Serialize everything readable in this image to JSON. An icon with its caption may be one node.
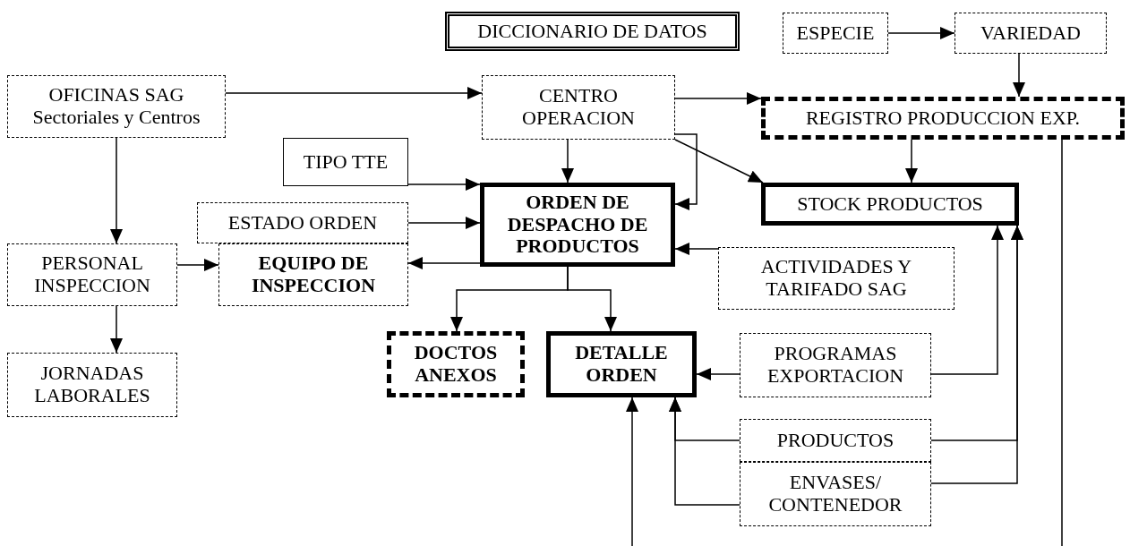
{
  "diagram": {
    "title": "DICCIONARIO DE DATOS",
    "nodes": [
      {
        "text": [
          "ESPECIE"
        ]
      },
      {
        "text": [
          "VARIEDAD"
        ]
      },
      {
        "text": [
          "OFICINAS SAG",
          "Sectoriales y Centros"
        ]
      },
      {
        "text": [
          "CENTRO OPERACION"
        ]
      },
      {
        "text": [
          "REGISTRO PRODUCCION EXP."
        ]
      },
      {
        "text": [
          "TIPO TTE"
        ]
      },
      {
        "text": [
          "ORDEN DE DESPACHO DE PRODUCTOS"
        ]
      },
      {
        "text": [
          "STOCK PRODUCTOS"
        ]
      },
      {
        "text": [
          "ESTADO ORDEN"
        ]
      },
      {
        "text": [
          "PERSONAL INSPECCION"
        ]
      },
      {
        "text": [
          "EQUIPO DE INSPECCION"
        ]
      },
      {
        "text": [
          "ACTIVIDADES Y TARIFADO SAG"
        ]
      },
      {
        "text": [
          "DOCTOS ANEXOS"
        ]
      },
      {
        "text": [
          "DETALLE ORDEN"
        ]
      },
      {
        "text": [
          "PROGRAMAS EXPORTACION"
        ]
      },
      {
        "text": [
          "JORNADAS LABORALES"
        ]
      },
      {
        "text": [
          "PRODUCTOS"
        ]
      },
      {
        "text": [
          "ENVASES/ CONTENEDOR"
        ]
      }
    ],
    "edges": [
      {
        "from": 0,
        "to": 1,
        "arrow": "to"
      },
      {
        "from": 1,
        "to": 4,
        "arrow": "to"
      },
      {
        "from": 2,
        "to": 3,
        "arrow": "to"
      },
      {
        "from": 3,
        "to": 4,
        "arrow": "to"
      },
      {
        "from": 3,
        "to": 6,
        "arrow": "to"
      },
      {
        "from": 3,
        "to": 6,
        "arrow": "to"
      },
      {
        "from": 3,
        "to": 7,
        "arrow": "to"
      },
      {
        "from": 4,
        "to": 7,
        "arrow": "to"
      },
      {
        "from": 2,
        "to": 9,
        "arrow": "to"
      },
      {
        "from": 5,
        "to": 6,
        "arrow": "to"
      },
      {
        "from": 8,
        "to": 6,
        "arrow": "to"
      },
      {
        "from": 6,
        "to": 10,
        "arrow": "to"
      },
      {
        "from": 9,
        "to": 10,
        "arrow": "to"
      },
      {
        "from": 11,
        "to": 6,
        "arrow": "to"
      },
      {
        "from": 9,
        "to": 15,
        "arrow": "to"
      },
      {
        "from": 6,
        "to": 12,
        "arrow": "to"
      },
      {
        "from": 6,
        "to": 13,
        "arrow": "to"
      },
      {
        "from": 14,
        "to": 13,
        "arrow": "to"
      },
      {
        "from": 14,
        "to": 7,
        "arrow": "to"
      },
      {
        "from": 16,
        "to": 13,
        "arrow": "to"
      },
      {
        "from": 17,
        "to": 13,
        "arrow": "to"
      },
      {
        "from": 16,
        "to": 7,
        "arrow": "to"
      },
      {
        "from": 17,
        "to": 7,
        "arrow": "to"
      },
      {
        "from": null,
        "to": 13,
        "arrow": "to"
      },
      {
        "from": 4,
        "to": null,
        "arrow": "none"
      }
    ]
  }
}
